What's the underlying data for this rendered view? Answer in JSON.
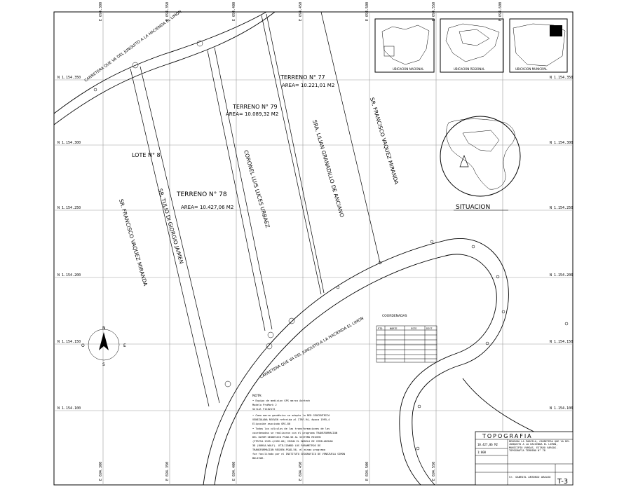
{
  "grid": {
    "easting_labels": [
      "E 694.300",
      "E 694.350",
      "E 694.400",
      "E 694.450",
      "E 694.500",
      "E 694.550",
      "E 694.600"
    ],
    "northing_labels": [
      "N 1.154.350",
      "N 1.154.300",
      "N 1.154.250",
      "N 1.154.200",
      "N 1.154.150",
      "N 1.154.100"
    ]
  },
  "road": {
    "top_label": "CARRETERA QUE VA DEL JUNQUITO A LA HACIENDA EL LIMON",
    "bottom_label": "CARRETERA QUE VA DEL JUNQUITO A LA HACIENDA EL LIMON"
  },
  "parcels": {
    "terreno_77": {
      "name": "TERRENO N° 77",
      "area": "AREA= 10.221,01 M2"
    },
    "terreno_79": {
      "name": "TERRENO N° 79",
      "area": "AREA= 10.089,32 M2"
    },
    "terreno_78": {
      "name": "TERRENO N° 78",
      "area": "AREA= 10.427,06 M2"
    },
    "lote_8": {
      "name": "LOTE N° 8"
    }
  },
  "owners": [
    "SR. FRANCISCO VAQUEZ MIRANDA",
    "SR. TULIO DI GIORGIO JAIMEN",
    "CORONEL LUIS LUCES URBAEZ",
    "SRA. LILIAN GRANADILLO DE ANCIANO",
    "SR. FRANCISCO VAQUEZ MIRANDA"
  ],
  "location_maps": {
    "national": "UBICACION NACIONAL",
    "regional": "UBICACION REGIONAL",
    "municipal": "UBICACION MUNICIPAL",
    "situacion": "SITUACION"
  },
  "coord_table": {
    "title": "COORDENADAS",
    "headers": [
      "PTO",
      "NORTE",
      "ESTE",
      "DIST."
    ]
  },
  "notes": {
    "title": "NOTA:",
    "lines": [
      "• Equipo de medicion GPS marca Ashtech",
      "  Modelo ProMark 2",
      "  Serial F1102172",
      "• Como marco geodésico se adopto la RED GEOCENTRICA",
      "  VENEZOLANA REGVEN referida al ITRF-94, época 1995,4",
      "  Elipsoide asociado GRS-80",
      "• Todos los cálculos de las transformaciones de las",
      "  coordenadas se realizaron con el programa TRANSFORMACION",
      "  DEL DATUM GEODESICO PSAD-56 AL SISTEMA REGVEN",
      "  (ITRF94-1995.4/GRS-80) SEGUN EL MODELO DE SIMILARIDAD",
      "  3D (BURSA-WOLF). UTILIZANDO LOS PARAMETROS DE",
      "  TRANSFORMACION REGVEN-PSAD-56, el mismo programa",
      "  fue facilitado por el INSTITUTO GEOGRAFICO DE VENEZUELA SIMON",
      "  BOLIVAR."
    ]
  },
  "title_block": {
    "heading": "TOPOGRAFIA",
    "area": "10.427,06 M2",
    "description": "MENSURA LA PARCELA, CARRETERA QUE VA DEL JUNQUITO A LA HACIENDA EL LIMON, MUNICIPIO VARGAS, ESTADO VARGAS. TOPOGRAFIA TERRENO N° 78",
    "scale": "1:000",
    "owner": "Sr. GABRIEL ANTONIO ARAUJO",
    "sheet": "T-3"
  },
  "north_arrow": {
    "n": "N",
    "s": "S",
    "e": "E",
    "w": "O"
  }
}
